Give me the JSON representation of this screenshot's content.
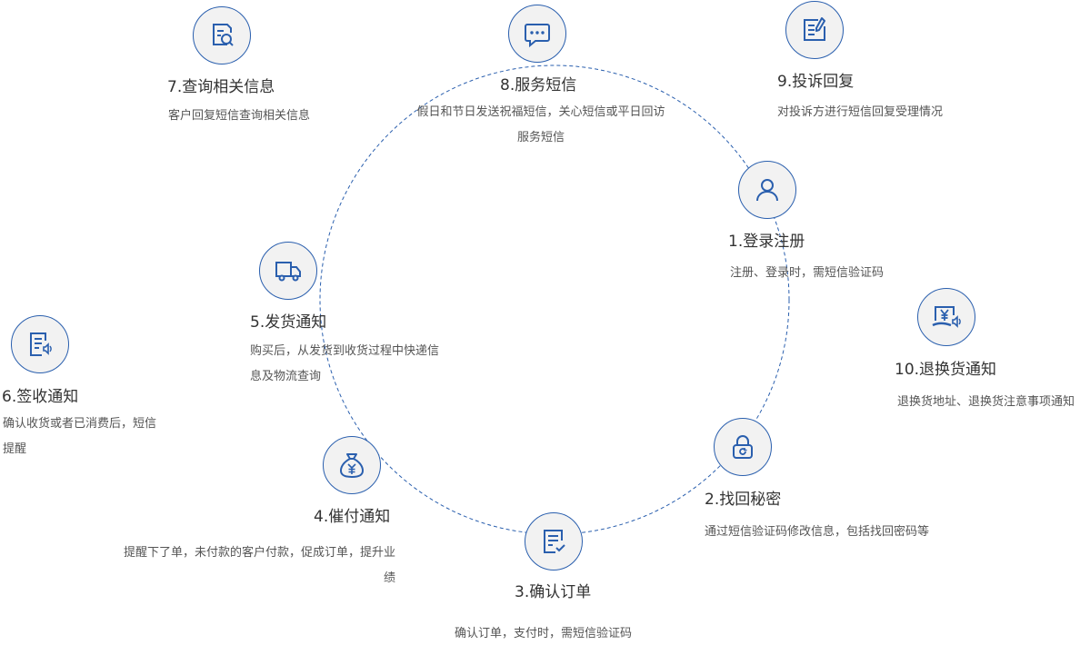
{
  "colors": {
    "accent": "#2a5fae",
    "icon_fill": "#f2f2f2",
    "title": "#333333",
    "text": "#555555"
  },
  "nodes": {
    "n1": {
      "icon": "user-icon",
      "title": "1.登录注册",
      "desc": "注册、登录时，需短信验证码"
    },
    "n2": {
      "icon": "lock-refresh-icon",
      "title": "2.找回秘密",
      "desc": "通过短信验证码修改信息，包括找回密码等"
    },
    "n3": {
      "icon": "checklist-icon",
      "title": "3.确认订单",
      "desc": "确认订单，支付时，需短信验证码"
    },
    "n4": {
      "icon": "money-bag-icon",
      "title": "4.催付通知",
      "desc": "提醒下了单，未付款的客户付款，促成订单，提升业绩"
    },
    "n5": {
      "icon": "truck-icon",
      "title": "5.发货通知",
      "desc": "购买后，从发货到收货过程中快递信息及物流查询"
    },
    "n6": {
      "icon": "document-speaker-icon",
      "title": "6.签收通知",
      "desc": "确认收货或者已消费后，短信提醒"
    },
    "n7": {
      "icon": "document-search-icon",
      "title": "7.查询相关信息",
      "desc": "客户回复短信查询相关信息"
    },
    "n8": {
      "icon": "chat-bubble-icon",
      "title": "8.服务短信",
      "desc": "假日和节日发送祝福短信，关心短信或平日回访服务短信"
    },
    "n9": {
      "icon": "document-edit-icon",
      "title": "9.投诉回复",
      "desc": "对投诉方进行短信回复受理情况"
    },
    "n10": {
      "icon": "yen-speaker-icon",
      "title": "10.退换货通知",
      "desc": "退换货地址、退换货注意事项通知"
    }
  }
}
